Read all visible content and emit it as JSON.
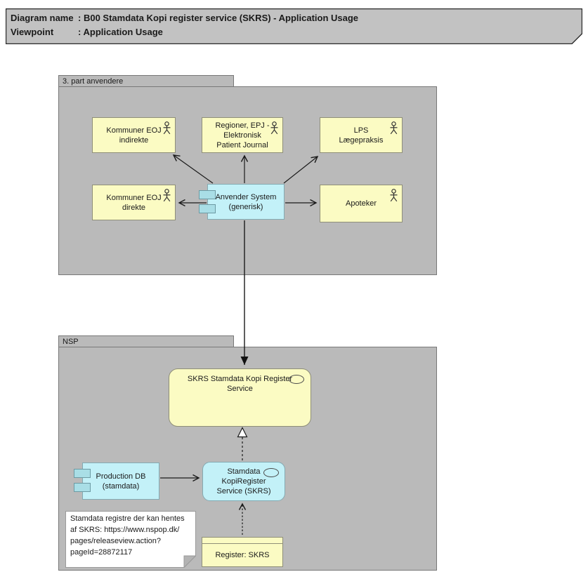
{
  "header": {
    "diagram_name_label": "Diagram name",
    "separator": ":",
    "diagram_name": "B00 Stamdata Kopi register service (SKRS) - Application Usage",
    "viewpoint_label": "Viewpoint",
    "viewpoint": "Application Usage"
  },
  "groups": {
    "third_party": {
      "label": "3. part anvendere"
    },
    "nsp": {
      "label": "NSP"
    }
  },
  "nodes": {
    "kommuner_eoj_indirekte": {
      "label": "Kommuner EOJ\nindirekte",
      "type": "actor",
      "icon": "actor-icon"
    },
    "regioner_epj": {
      "label": "Regioner, EPJ -\nElektronisk\nPatient Journal",
      "type": "actor",
      "icon": "actor-icon"
    },
    "lps": {
      "label": "LPS\nLægepraksis",
      "type": "actor",
      "icon": "actor-icon"
    },
    "kommuner_eoj_direkte": {
      "label": "Kommuner EOJ\ndirekte",
      "type": "actor",
      "icon": "actor-icon"
    },
    "anvender_system": {
      "label": "Anvender System\n(generisk)",
      "type": "application-component",
      "icon": "component-icon"
    },
    "apoteker": {
      "label": "Apoteker",
      "type": "actor",
      "icon": "actor-icon"
    },
    "skrs_service": {
      "label": "SKRS Stamdata Kopi Register\nService",
      "type": "application-service",
      "icon": "service-icon"
    },
    "production_db": {
      "label": "Production DB\n(stamdata)",
      "type": "application-component",
      "icon": "component-icon"
    },
    "stamdata_kopiregister": {
      "label": "Stamdata\nKopiRegister\nService (SKRS)",
      "type": "application-service",
      "icon": "service-icon"
    },
    "register_skrs": {
      "label": "Register: SKRS",
      "type": "representation"
    }
  },
  "note": {
    "text": "Stamdata registre der kan hentes\naf SKRS: https://www.nspop.dk/\npages/releaseview.action?\npageId=28872117"
  },
  "colors": {
    "header_fill": "#c2c2c2",
    "group_fill": "#bababa",
    "actor_fill": "#fbfbc3",
    "application_fill": "#c3f1f8",
    "note_fill": "#ffffff",
    "connector": "#1a1a1a"
  }
}
